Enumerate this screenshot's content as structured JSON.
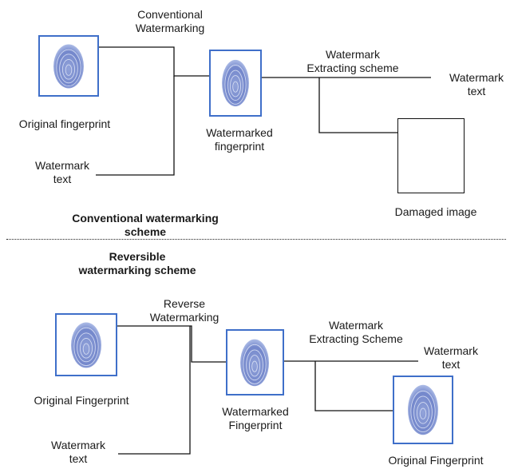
{
  "top": {
    "original_label": "Original fingerprint",
    "conventional_watermarking": [
      "Conventional",
      "Watermarking"
    ],
    "watermark_text_input": [
      "Watermark",
      "text"
    ],
    "watermarked_label": [
      "Watermarked",
      "fingerprint"
    ],
    "extracting_scheme": [
      "Watermark",
      "Extracting scheme"
    ],
    "watermark_text_output": [
      "Watermark",
      "text"
    ],
    "damaged_label": "Damaged image",
    "section_title": [
      "Conventional watermarking",
      "scheme"
    ]
  },
  "bottom": {
    "section_title": [
      "Reversible",
      "watermarking scheme"
    ],
    "reverse_watermarking": [
      "Reverse",
      "Watermarking"
    ],
    "original_label": "Original Fingerprint",
    "watermark_text_input": [
      "Watermark",
      "text"
    ],
    "watermarked_label": [
      "Watermarked",
      "Fingerprint"
    ],
    "extracting_scheme": [
      "Watermark",
      "Extracting Scheme"
    ],
    "watermark_text_output": [
      "Watermark",
      "text"
    ],
    "restored_label": "Original Fingerprint"
  },
  "colors": {
    "fingerprint_frame": "#3f6fc9",
    "fingerprint_ink": "#5d77c4",
    "connector": "#111111"
  },
  "icons": {
    "fingerprint": "fingerprint-icon"
  }
}
